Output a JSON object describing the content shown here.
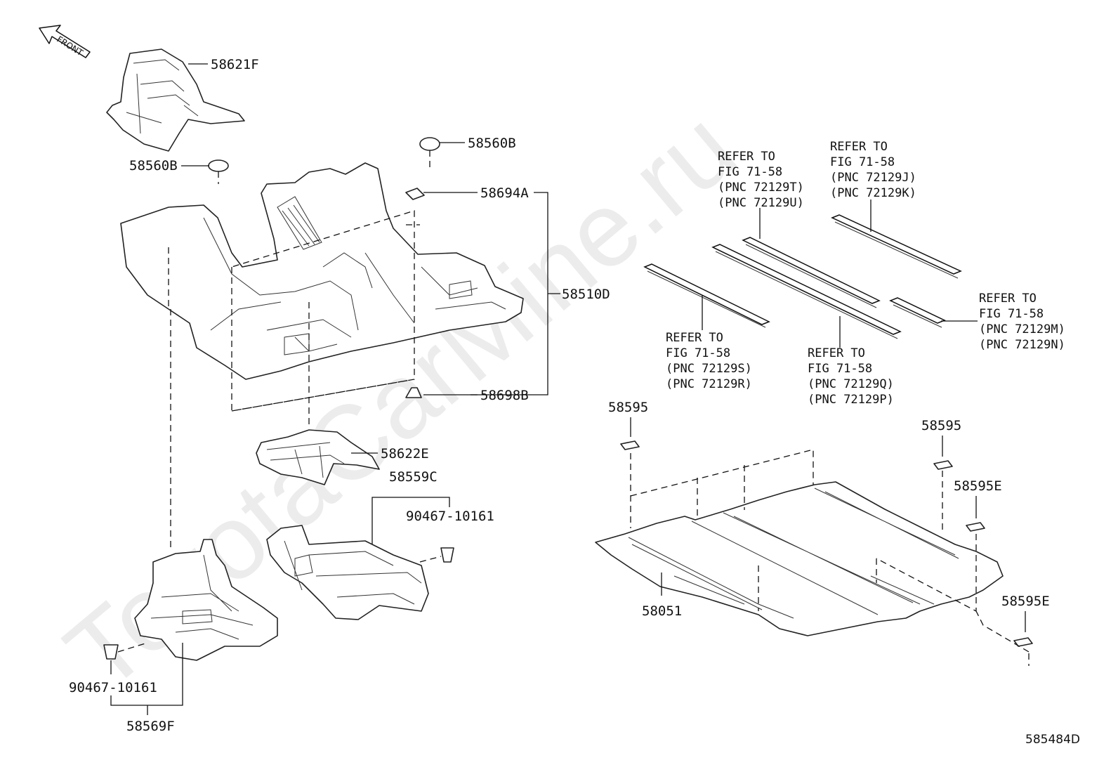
{
  "watermark": "ToyotaCarMine.ru",
  "front_arrow": {
    "label": "FRONT"
  },
  "diagram_code": "585484D",
  "parts": {
    "p58621F": "58621F",
    "p58560B_right": "58560B",
    "p58560B_left": "58560B",
    "p58694A": "58694A",
    "p58510D": "58510D",
    "p58698B": "58698B",
    "p58622E": "58622E",
    "p58559C": "58559C",
    "p90467_right": "90467-10161",
    "p90467_left": "90467-10161",
    "p58569F": "58569F",
    "p58051": "58051",
    "p58595_left": "58595",
    "p58595_right": "58595",
    "p58595E_upper": "58595E",
    "p58595E_lower": "58595E"
  },
  "references": {
    "ref_tu": [
      "REFER TO",
      "FIG 71-58",
      "(PNC 72129T)",
      "(PNC 72129U)"
    ],
    "ref_jk": [
      "REFER TO",
      "FIG 71-58",
      "(PNC 72129J)",
      "(PNC 72129K)"
    ],
    "ref_mn": [
      "REFER TO",
      "FIG 71-58",
      "(PNC 72129M)",
      "(PNC 72129N)"
    ],
    "ref_sr": [
      "REFER TO",
      "FIG 71-58",
      "(PNC 72129S)",
      "(PNC 72129R)"
    ],
    "ref_qp": [
      "REFER TO",
      "FIG 71-58",
      "(PNC 72129Q)",
      "(PNC 72129P)"
    ]
  }
}
